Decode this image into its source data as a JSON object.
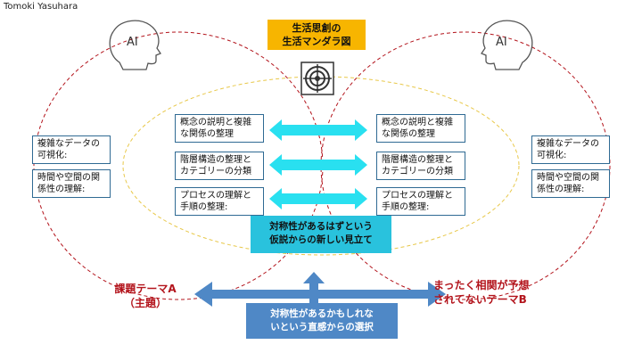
{
  "author": "Tomoki Yasuhara",
  "title": {
    "line1": "生活思創の",
    "line2": "生活マンダラ図"
  },
  "ai_label": "AI",
  "center_left": [
    {
      "line1": "概念の説明と複雑",
      "line2": "な関係の整理"
    },
    {
      "line1": "階層構造の整理と",
      "line2": "カテゴリーの分類"
    },
    {
      "line1": "プロセスの理解と",
      "line2": "手順の整理:"
    }
  ],
  "center_right": [
    {
      "line1": "概念の説明と複雑",
      "line2": "な関係の整理"
    },
    {
      "line1": "階層構造の整理と",
      "line2": "カテゴリーの分類"
    },
    {
      "line1": "プロセスの理解と",
      "line2": "手順の整理:"
    }
  ],
  "outer_left": [
    {
      "line1": "複雑なデータの",
      "line2": "可視化:"
    },
    {
      "line1": "時間や空間の関",
      "line2": "係性の理解:"
    }
  ],
  "outer_right": [
    {
      "line1": "複雑なデータの",
      "line2": "可視化:"
    },
    {
      "line1": "時間や空間の関",
      "line2": "係性の理解:"
    }
  ],
  "symmetry_box": {
    "line1": "対称性があるはずという",
    "line2": "仮説からの新しい見立て"
  },
  "choice_box": {
    "line1": "対称性があるかもしれな",
    "line2": "いという直感からの選択"
  },
  "theme_a": {
    "line1": "課題テーマA",
    "line2": "（主題）"
  },
  "theme_b": {
    "line1": "まったく相関が予想",
    "line2": "されてないテーマB"
  },
  "colors": {
    "title_bg": "#f7b500",
    "cyan_arrow": "#29e0f0",
    "blue_arrow": "#4f88c6",
    "red_text": "#b3141c",
    "dashed_red": "#b3141c",
    "dashed_yellow": "#e8c84a",
    "box_border": "#2f6a93"
  },
  "icons": [
    "ai-head-icon",
    "target-icon"
  ]
}
